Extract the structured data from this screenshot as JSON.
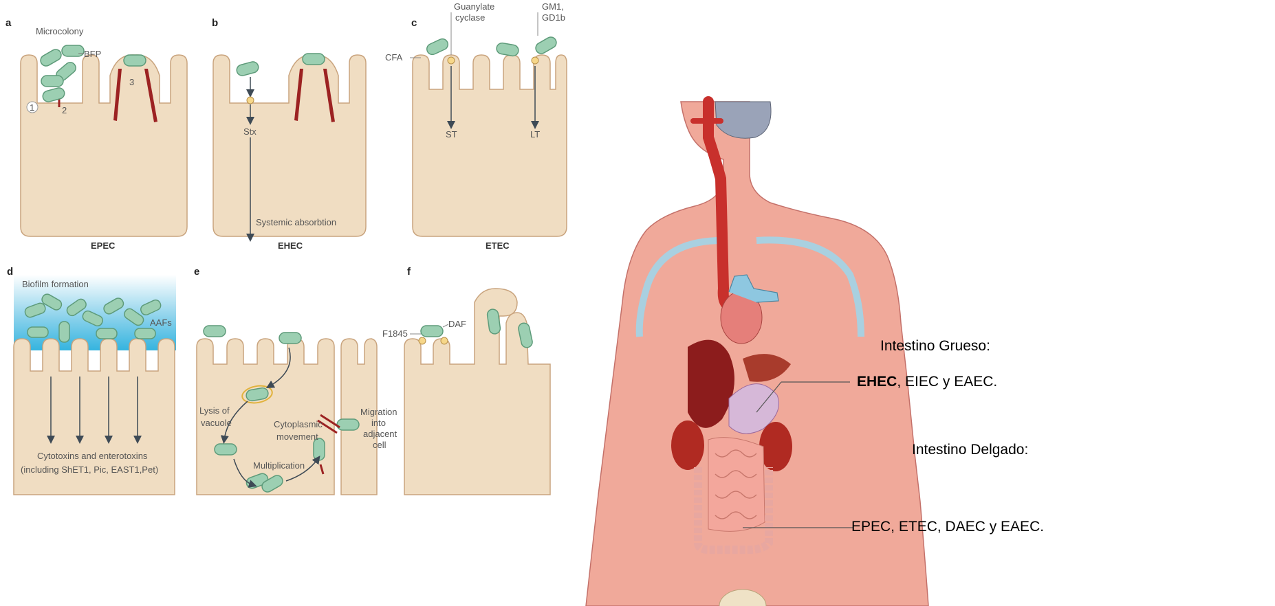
{
  "panels": {
    "a": {
      "letter": "a",
      "caption": "EPEC",
      "microcolony": "Microcolony",
      "bfp": "BFP",
      "n1": "1",
      "n2": "2",
      "n3": "3"
    },
    "b": {
      "letter": "b",
      "caption": "EHEC",
      "stx": "Stx",
      "systemic": "Systemic absorbtion"
    },
    "c": {
      "letter": "c",
      "caption": "ETEC",
      "guanylate1": "Guanylate",
      "guanylate2": "cyclase",
      "gm1a": "GM1,",
      "gm1b": "GD1b",
      "cfa": "CFA",
      "st": "ST",
      "lt": "LT"
    },
    "d": {
      "letter": "d",
      "biofilm": "Biofilm formation",
      "aafs": "AAFs",
      "cyto1": "Cytotoxins and enterotoxins",
      "cyto2": "(including ShET1, Pic, EAST1,Pet)"
    },
    "e": {
      "letter": "e",
      "lysis1": "Lysis of",
      "lysis2": "vacuole",
      "cyto1": "Cytoplasmic",
      "cyto2": "movement",
      "mult": "Multiplication",
      "mig1": "Migration",
      "mig2": "into",
      "mig3": "adjacent",
      "mig4": "cell"
    },
    "f": {
      "letter": "f",
      "f1845": "F1845",
      "daf": "DAF"
    }
  },
  "anatomy": {
    "large_intestine_title": "Intestino Grueso:",
    "large_intestine_bold": "EHEC",
    "large_intestine_rest": ", EIEC y EAEC.",
    "small_intestine_title": "Intestino Delgado:",
    "small_intestine_list": "EPEC, ETEC, DAEC y EAEC."
  },
  "colors": {
    "cell": "#f0ddc2",
    "cell_stroke": "#c9a47e",
    "bacterium": "#9ccfb2",
    "bacterium_stroke": "#5e9b7a",
    "actin": "#9c2222",
    "skin": "#f0a99a",
    "aorta": "#c8302c",
    "lung_outline": "#a9d0e0",
    "biofilm": "#5cc0e4"
  }
}
